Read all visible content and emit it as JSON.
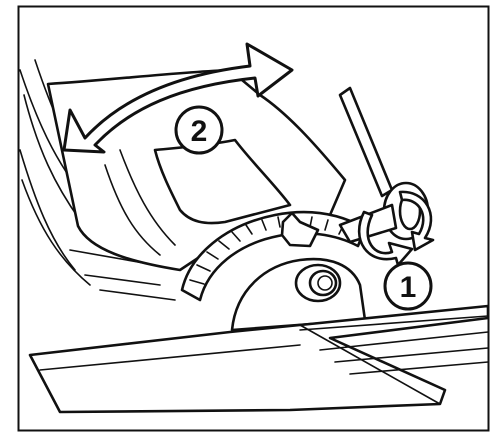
{
  "callouts": [
    {
      "id": "step-1",
      "text": "1"
    },
    {
      "id": "step-2",
      "text": "2"
    }
  ],
  "colors": {
    "ink": "#111111",
    "paper": "#ffffff"
  }
}
